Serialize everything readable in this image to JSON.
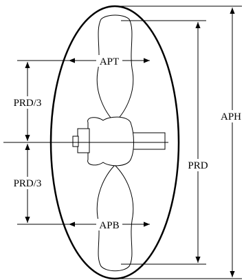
{
  "labels": {
    "apt": "APT",
    "apb": "APB",
    "prd_third_upper": "PRD/3",
    "prd_third_lower": "PRD/3",
    "prd": "PRD",
    "aph": "APH"
  },
  "colors": {
    "stroke": "#000000",
    "background": "#ffffff"
  }
}
